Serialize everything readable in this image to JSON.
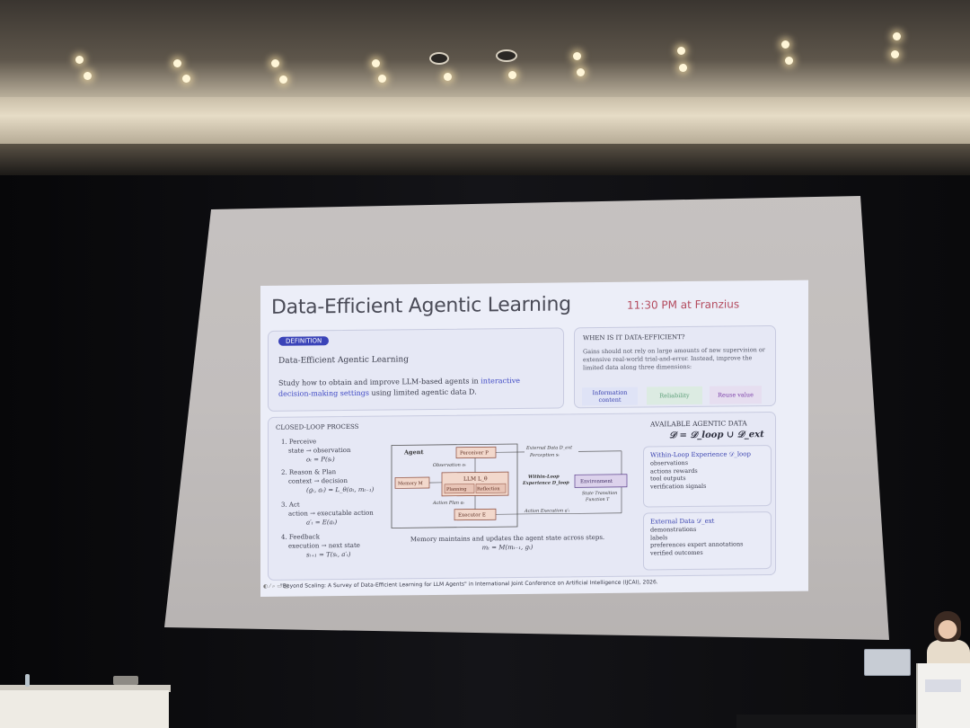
{
  "slide": {
    "title": "Data-Efficient Agentic Learning",
    "time_note": "11:30 PM at Franzius",
    "definition": {
      "badge": "DEFINITION",
      "heading": "Data-Efficient Agentic Learning",
      "body_prefix": "Study how to obtain and improve LLM-based agents in ",
      "body_highlight": "interactive decision-making settings",
      "body_suffix": " using limited agentic data D."
    },
    "when": {
      "heading": "WHEN IS IT DATA-EFFICIENT?",
      "body": "Gains should not rely on large amounts of new supervision or extensive real-world trial-and-error. Instead, improve the limited data along three dimensions:",
      "dimensions": [
        "Information content",
        "Reliability",
        "Reuse value"
      ]
    },
    "closed_loop": {
      "heading": "CLOSED-LOOP PROCESS",
      "steps": [
        {
          "title": "1. Perceive",
          "sub": "state → observation",
          "eq": "oₜ = P(sₜ)"
        },
        {
          "title": "2. Reason & Plan",
          "sub": "context → decision",
          "eq": "(gₜ, aₜ) = L_θ(oₜ, mₜ₋₁)"
        },
        {
          "title": "3. Act",
          "sub": "action → executable action",
          "eq": "a′ₜ = E(aₜ)"
        },
        {
          "title": "4. Feedback",
          "sub": "execution → next state",
          "eq": "sₜ₊₁ = T(sₜ, a′ₜ)"
        }
      ],
      "diagram": {
        "agent": "Agent",
        "perceiver": "Perceiver P",
        "observation": "Observation oₜ",
        "memory": "Memory M",
        "llm": "LLM L_θ",
        "planning": "Planning",
        "reflection": "Reflection",
        "action_plan": "Action Plan aₜ",
        "executor": "Executor E",
        "external_data": "External Data D_ext",
        "perception": "Perception sₜ",
        "within_loop": "Within-Loop",
        "experience": "Experience D_loop",
        "environment": "Environment",
        "state_transition": "State Transition",
        "function": "Function T",
        "action_execution": "Action Execution a′ₜ"
      },
      "memory_note": "Memory maintains and updates the agent state across steps.",
      "memory_eq": "mₜ = M(mₜ₋₁, gₜ)"
    },
    "available": {
      "heading": "AVAILABLE AGENTIC DATA",
      "equation": "𝒟 = 𝒟_loop ∪ 𝒟_ext",
      "within": {
        "title": "Within-Loop Experience 𝒟_loop",
        "items": [
          "observations",
          "actions rewards",
          "tool outputs",
          "verification signals"
        ]
      },
      "external": {
        "title": "External Data 𝒟_ext",
        "items": [
          "demonstrations",
          "labels",
          "preferences expert annotations",
          "verified outcomes"
        ]
      }
    },
    "citation": "\"Beyond Scaling: A Survey of Data-Efficient Learning for LLM Agents\" in International Joint Conference on Artificial Intelligence (IJCAI), 2026."
  }
}
